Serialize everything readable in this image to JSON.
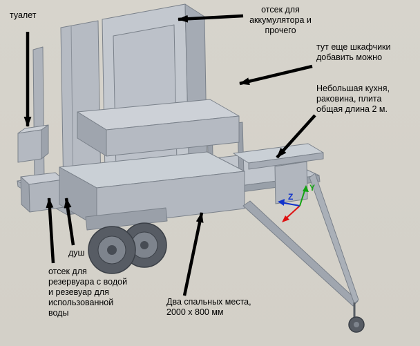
{
  "viewport": {
    "background": "#d6d3cb"
  },
  "annotations": {
    "toilet": "туалет",
    "battery": "отсек для\nаккумулятора и\nпрочего",
    "cabinets": "тут еще шкафчики\nдобавить можно",
    "kitchen": "Небольшая кухня,\nраковина, плита\nобщая длина 2 м.",
    "shower": "душ",
    "water_tank": "отсек для\nрезервуара с водой\nи резевуар для\nиспользованной\nводы",
    "beds": "Два спальных места,\n2000 x 800 мм"
  },
  "axes": {
    "y": "Y",
    "z": "Z"
  },
  "colors": {
    "annotation_arrow": "#000000",
    "axis_x": "#dd1111",
    "axis_y": "#11a311",
    "axis_z": "#1133cc"
  }
}
